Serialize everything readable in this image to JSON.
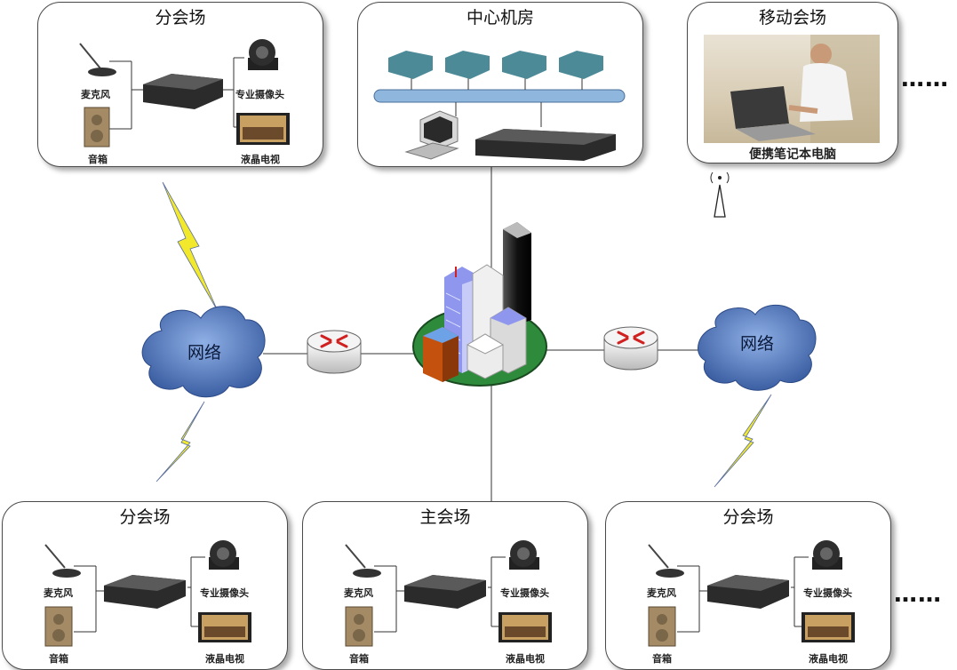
{
  "colors": {
    "cloud": "#4f73b4",
    "lightning": "#f5ea2a",
    "ground": "#2e8b3c"
  },
  "panels": {
    "branch_top": {
      "title": "分会场",
      "labels": {
        "mic": "麦克风",
        "camera": "专业摄像头",
        "speaker": "音箱",
        "tv": "液晶电视"
      }
    },
    "center": {
      "title": "中心机房"
    },
    "mobile": {
      "title": "移动会场",
      "laptop_label": "便携笔记本电脑"
    },
    "bottom_left": {
      "title": "分会场",
      "labels": {
        "mic": "麦克风",
        "camera": "专业摄像头",
        "speaker": "音箱",
        "tv": "液晶电视"
      }
    },
    "bottom_center": {
      "title": "主会场",
      "labels": {
        "mic": "麦克风",
        "camera": "专业摄像头",
        "speaker": "音箱",
        "tv": "液晶电视"
      }
    },
    "bottom_right": {
      "title": "分会场",
      "labels": {
        "mic": "麦克风",
        "camera": "专业摄像头",
        "speaker": "音箱",
        "tv": "液晶电视"
      }
    }
  },
  "network": {
    "left_cloud": "网络",
    "right_cloud": "网络"
  },
  "ellipsis": "……"
}
